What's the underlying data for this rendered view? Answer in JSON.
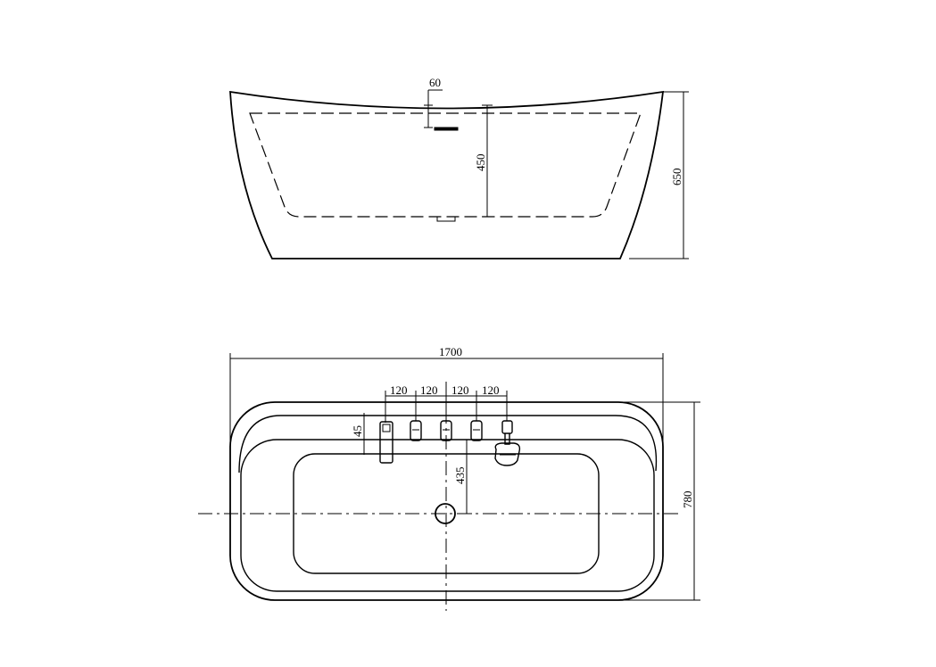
{
  "side_view": {
    "dimensions": {
      "overflow_offset": "60",
      "inner_depth": "450",
      "total_height": "650"
    }
  },
  "top_view": {
    "dimensions": {
      "overall_length": "1700",
      "overall_width": "780",
      "tap_spacing": [
        "120",
        "120",
        "120",
        "120"
      ],
      "deck_offset": "45",
      "drain_offset": "435"
    }
  }
}
